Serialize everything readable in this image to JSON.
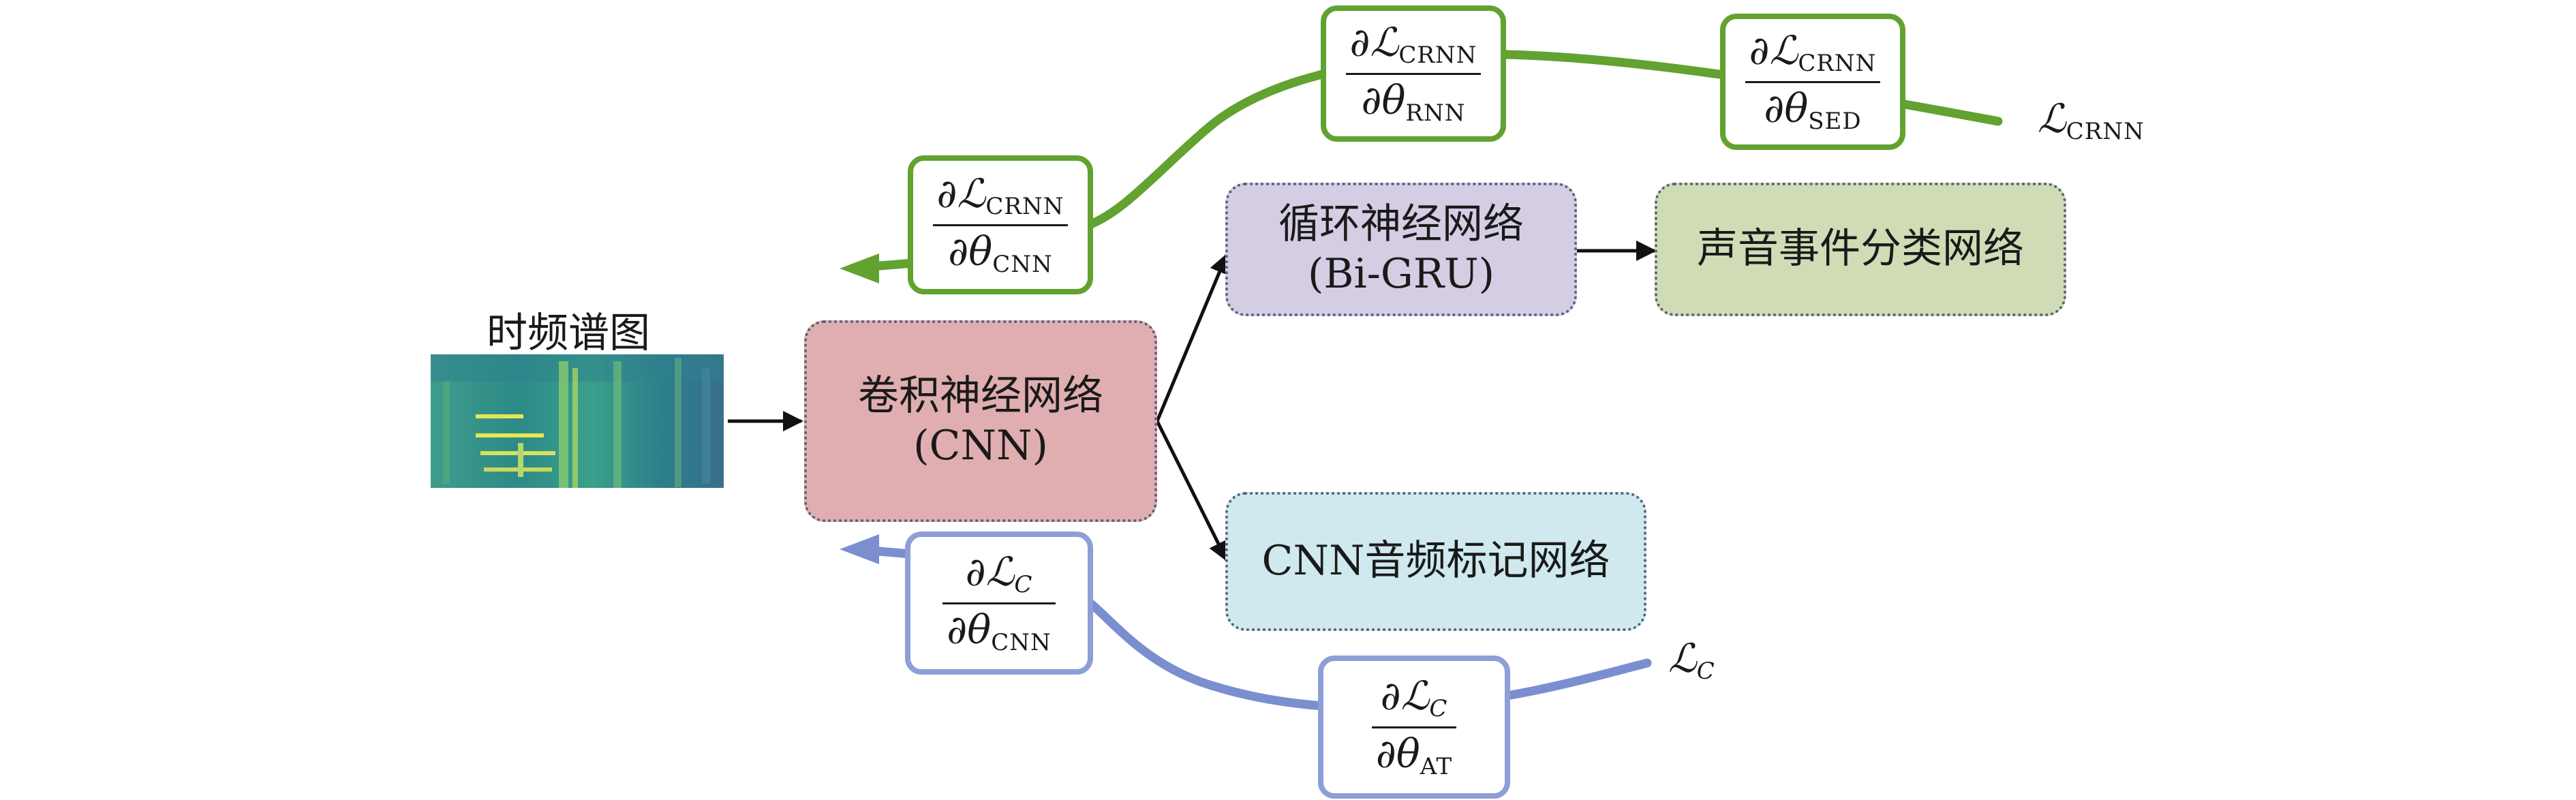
{
  "spectrogram": {
    "title": "时频谱图"
  },
  "nodes": {
    "cnn": {
      "line1": "卷积神经网络",
      "line2": "(CNN)",
      "fill": "#e0aeb0"
    },
    "rnn": {
      "line1": "循环神经网络",
      "line2": "(Bi-GRU)",
      "fill": "#d4cde3"
    },
    "sed": {
      "line1": "声音事件分类网络",
      "fill": "#cfdcb5"
    },
    "at": {
      "line1": "CNN音频标记网络",
      "fill": "#cfe9ee"
    }
  },
  "gradients": {
    "crnn_sed": {
      "num": "∂ℒ",
      "num_sub": "CRNN",
      "den": "∂θ",
      "den_sub": "SED"
    },
    "crnn_rnn": {
      "num": "∂ℒ",
      "num_sub": "CRNN",
      "den": "∂θ",
      "den_sub": "RNN"
    },
    "crnn_cnn": {
      "num": "∂ℒ",
      "num_sub": "CRNN",
      "den": "∂θ",
      "den_sub": "CNN"
    },
    "c_at": {
      "num": "∂ℒ",
      "num_sub": "C",
      "den": "∂θ",
      "den_sub": "AT"
    },
    "c_cnn": {
      "num": "∂ℒ",
      "num_sub": "C",
      "den": "∂θ",
      "den_sub": "CNN"
    }
  },
  "losses": {
    "crnn": {
      "symbol": "ℒ",
      "sub": "CRNN"
    },
    "c": {
      "symbol": "ℒ",
      "sub": "C"
    }
  },
  "colors": {
    "green_path": "#62a230",
    "blue_path": "#7a8ed0",
    "arrow": "#111111",
    "node_border": "#55607a"
  }
}
